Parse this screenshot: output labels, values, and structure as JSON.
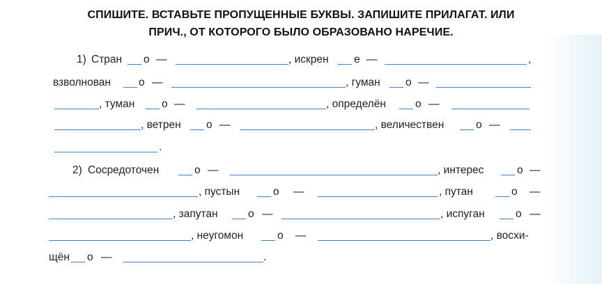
{
  "task": {
    "line1": "СПИШИТЕ. ВСТАВЬТЕ ПРОПУЩЕННЫЕ БУКВЫ. ЗАПИШИТЕ ПРИЛАГАТ. ИЛИ",
    "line2": "ПРИЧ., ОТ КОТОРОГО БЫЛО ОБРАЗОВАНО НАРЕЧИЕ."
  },
  "exercise1": {
    "number": "1)",
    "strana": "Стран",
    "o": "о",
    "e": "е",
    "dash": "—",
    "comma": ",",
    "period": ".",
    "iskren": ", искрен",
    "vzvolnovan": "взволнован",
    "guman": ", гуман",
    "tuman": ", туман",
    "opredelyon": ", определён",
    "vetren": ", ветрен",
    "velichestven": ", величествен"
  },
  "exercise2": {
    "number": "2)",
    "sosredotochen": "Сосредоточен",
    "interes": ", интерес",
    "pustyn": ", пустын",
    "putan": ", путан",
    "zaputan": ", запутан",
    "ispugan": ", испуган",
    "neugomon": ", неугомон",
    "voskhi": ", восхи-",
    "shchyon": "щён"
  }
}
